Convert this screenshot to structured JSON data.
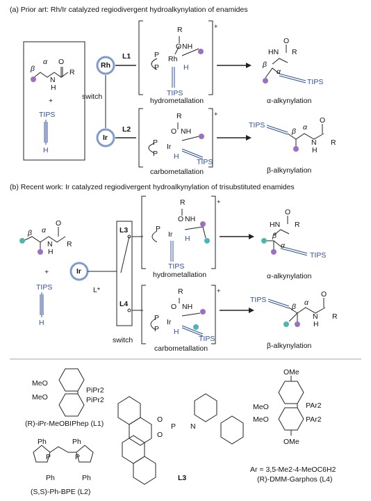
{
  "colors": {
    "alkyne_blue": "#2f4f9e",
    "purple": "#9b6fc2",
    "teal": "#4fb4b4",
    "catalyst_ring": "#7f9cc9"
  },
  "part_a": {
    "heading": "(a) Prior art: Rh/Ir catalyzed regiodivergent hydroalkynylation of enamides",
    "switch_label": "switch",
    "plus": "+",
    "rh_label": "Rh",
    "ir_label": "Ir",
    "L1": "L1",
    "L2": "L2",
    "tips": "TIPS",
    "hydro_label": "hydrometallation",
    "carbo_label": "carbometallation",
    "alpha_product": "α-alkynylation",
    "beta_product": "β-alkynylation"
  },
  "part_b": {
    "heading": "(b) Recent work: Ir catalyzed regiodivergent hydroalkynylation of trisubstituted enamides",
    "switch_label": "switch",
    "plus": "+",
    "ir_label": "Ir",
    "lstar": "L*",
    "L3": "L3",
    "L4": "L4",
    "tips": "TIPS",
    "hydro_label": "hydrometallation",
    "carbo_label": "carbometallation",
    "alpha_product": "α-alkynylation",
    "beta_product": "β-alkynylation"
  },
  "ligands": {
    "L1_name": "(R)-iPr-MeOBIPhep (L1)",
    "L2_name": "(S,S)-Ph-BPE (L2)",
    "L3_name": "L3",
    "L4_note": "Ar = 3,5-Me2-4-MeOC6H2",
    "L4_name": "(R)-DMM-Garphos (L4)",
    "MeO": "MeO",
    "OMe": "OMe",
    "PiPr2": "PiPr2",
    "PAr2": "PAr2",
    "Ph": "Ph"
  },
  "atoms": {
    "R": "R",
    "O": "O",
    "N": "N",
    "H": "H",
    "HN": "HN",
    "NH": "NH",
    "P": "P",
    "Rh": "Rh",
    "Ir": "Ir",
    "alpha": "α",
    "beta": "β",
    "dagger": "+"
  }
}
